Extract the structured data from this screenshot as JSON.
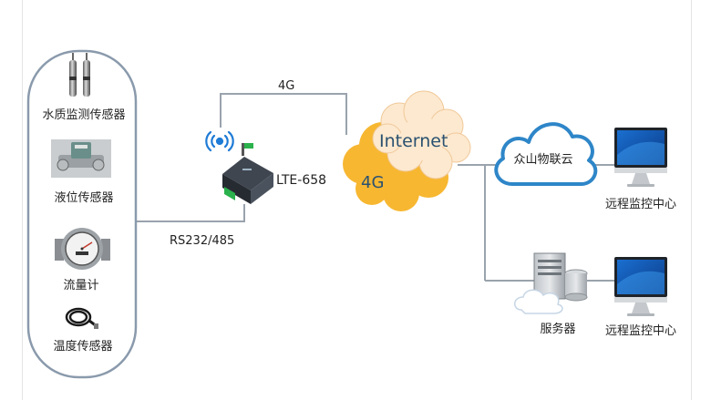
{
  "sensors": {
    "water_quality": "水质监测传感器",
    "liquid_level": "液位传感器",
    "flow_meter": "流量计",
    "temperature": "温度传感器"
  },
  "links": {
    "serial": "RS232/485",
    "cellular": "4G"
  },
  "device": {
    "model": "LTE-658"
  },
  "network": {
    "internet": "Internet",
    "cloud_4g": "4G",
    "iot_cloud": "众山物联云"
  },
  "servers": {
    "label": "服务器"
  },
  "monitoring": {
    "top": "远程监控中心",
    "bottom": "远程监控中心"
  },
  "colors": {
    "line": "#9aa3ad",
    "panel_border": "#8a9aac",
    "cloud_orange": "#f7b731",
    "cloud_cream": "#fde9cf",
    "cloud_blue": "#2e86c8",
    "wifi_blue": "#1e7bd6"
  }
}
